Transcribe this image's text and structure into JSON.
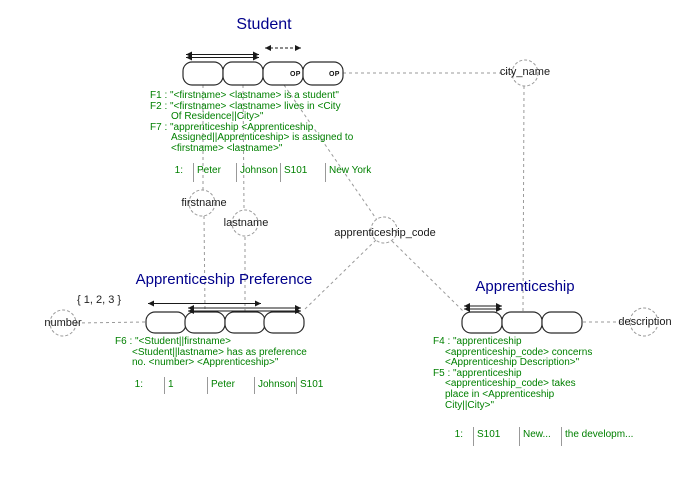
{
  "student": {
    "title": "Student",
    "op_role_label": "OP",
    "facts": [
      "F1 : \"<firstname> <lastname> is a student\"",
      "F2 : \"<firstname> <lastname> lives in <City",
      "Of Residence||City>\"",
      "F7 : \"apprenticeship <Apprenticeship",
      "Assigned||Apprenticeship> is assigned to",
      "<firstname> <lastname>\""
    ],
    "sample": {
      "label": "1:",
      "cells": [
        "Peter",
        "Johnson",
        "S101",
        "New York"
      ]
    }
  },
  "preference": {
    "title": "Apprenticeship Preference",
    "value_constraint": "{ 1, 2, 3 }",
    "facts": [
      "F6 : \"<Student||firstname>",
      "<Student||lastname> has as preference",
      "no. <number> <Apprenticeship>\""
    ],
    "sample": {
      "label": "1:",
      "cells": [
        "1",
        "Peter",
        "Johnson",
        "S101"
      ]
    }
  },
  "apprenticeship": {
    "title": "Apprenticeship",
    "facts": [
      "F4 : \"apprenticeship",
      "<apprenticeship_code> concerns",
      "<Apprenticeship Description>\"",
      "F5 : \"apprenticeship",
      "<apprenticeship_code> takes",
      "place in <Apprenticeship",
      "City||City>\""
    ],
    "sample": {
      "label": "1:",
      "cells": [
        "S101",
        "New...",
        "the developm..."
      ]
    }
  },
  "value_types": {
    "city_name": "city_name",
    "firstname": "firstname",
    "lastname": "lastname",
    "apprenticeship_code": "apprenticeship_code",
    "number": "number",
    "description": "description"
  },
  "colors": {
    "title": "#00008B",
    "fact_text": "#008000",
    "connector": "#9a9a9a",
    "box_border": "#2b2b2b"
  }
}
